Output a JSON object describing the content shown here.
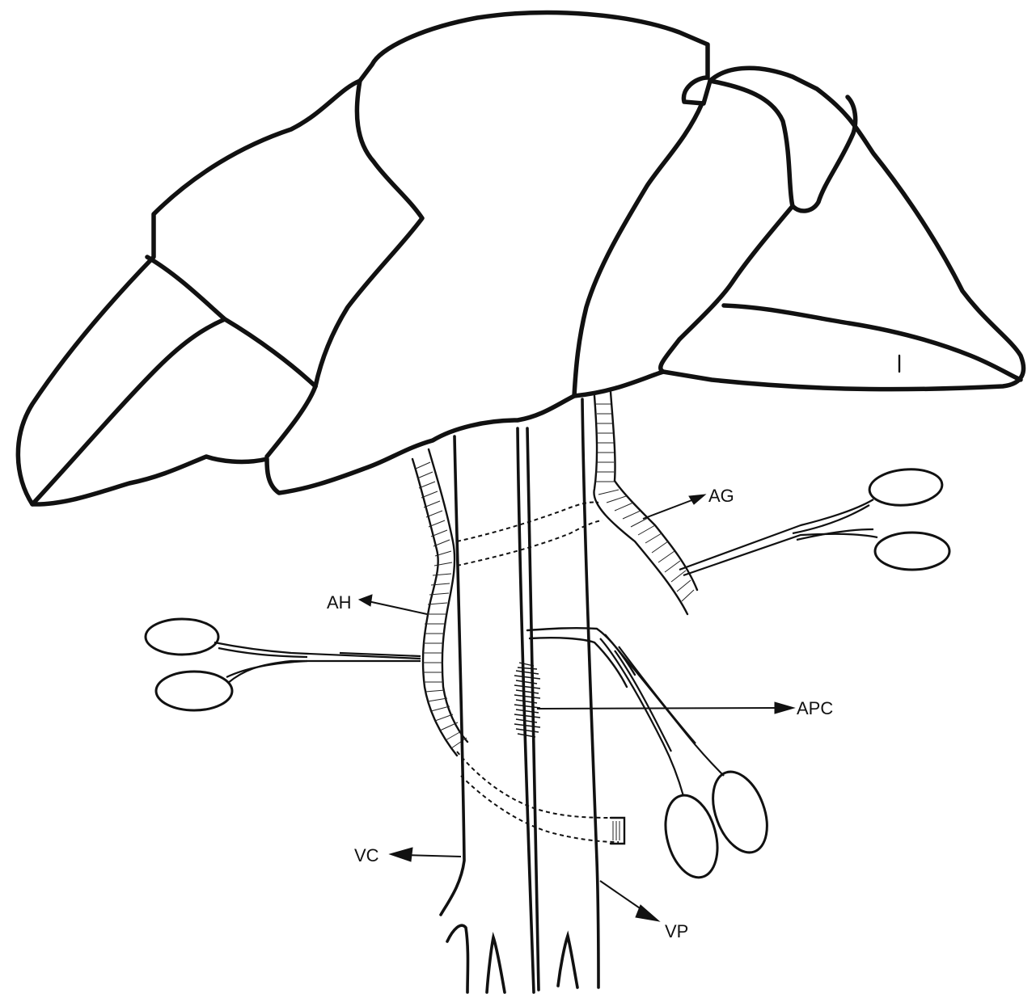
{
  "figure": {
    "labels": {
      "ag": "AG",
      "ah": "AH",
      "apc": "APC",
      "vc": "VC",
      "vp": "VP"
    }
  }
}
